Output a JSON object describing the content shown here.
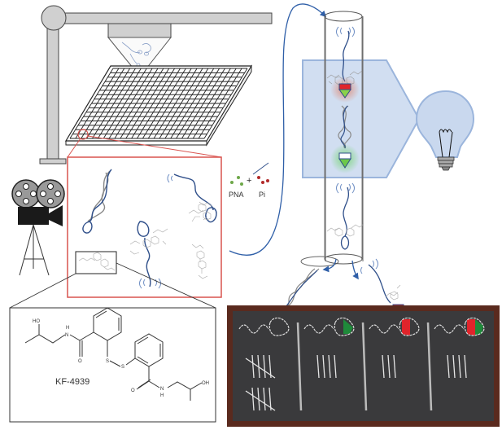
{
  "figure": {
    "description": "Zebrafish sperm imaging workflow with KF-4939 compound and PNA/Pi ATP regeneration visualization",
    "labels": {
      "pna": "PNA",
      "plus": "+",
      "pi": "Pi",
      "compound": "KF-4939"
    },
    "molecule_atoms": {
      "ho_top": "HO",
      "nh_top": "H",
      "n_top": "N",
      "o_top": "O",
      "s1": "S",
      "s2": "S",
      "o_bottom": "O",
      "n_bottom": "N",
      "h_bottom": "H",
      "oh_bottom": "OH"
    },
    "colors": {
      "sperm_blue": "#2f4f8a",
      "zoom_box_red": "#d9534f",
      "panel_blue": "#c9d8ee",
      "panel_blue_edge": "#9bb5dc",
      "pna_green": "#6ea84a",
      "pi_red": "#b22a2a",
      "green_fill": "#1f8a3a",
      "red_fill": "#e0242b",
      "chalkboard": "#3a3a3c",
      "chalk_frame": "#5a2a1e",
      "machine_gray": "#d0d0d0"
    },
    "chalkboard": {
      "columns": [
        {
          "state": "empty-head",
          "tally": 10
        },
        {
          "state": "green-head",
          "tally": 4
        },
        {
          "state": "red-head",
          "tally": 3
        },
        {
          "state": "red-green-head",
          "tally": 4
        }
      ]
    }
  }
}
